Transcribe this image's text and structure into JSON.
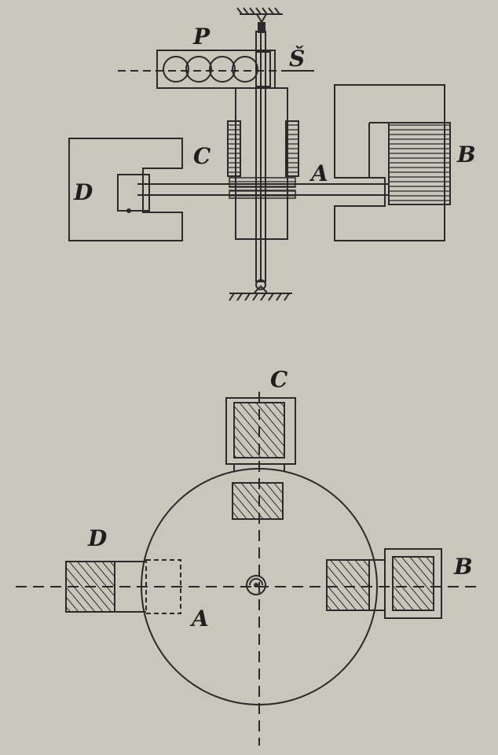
{
  "diagram": {
    "labels": {
      "P": "P",
      "S": "Š",
      "C_top": "C",
      "D_top": "D",
      "A_top": "A",
      "B_top": "B",
      "C_bottom": "C",
      "D_bottom": "D",
      "A_bottom": "A",
      "B_bottom": "B"
    },
    "colors": {
      "paper": "#c9c6bb",
      "ink": "#2a2a2a"
    }
  }
}
